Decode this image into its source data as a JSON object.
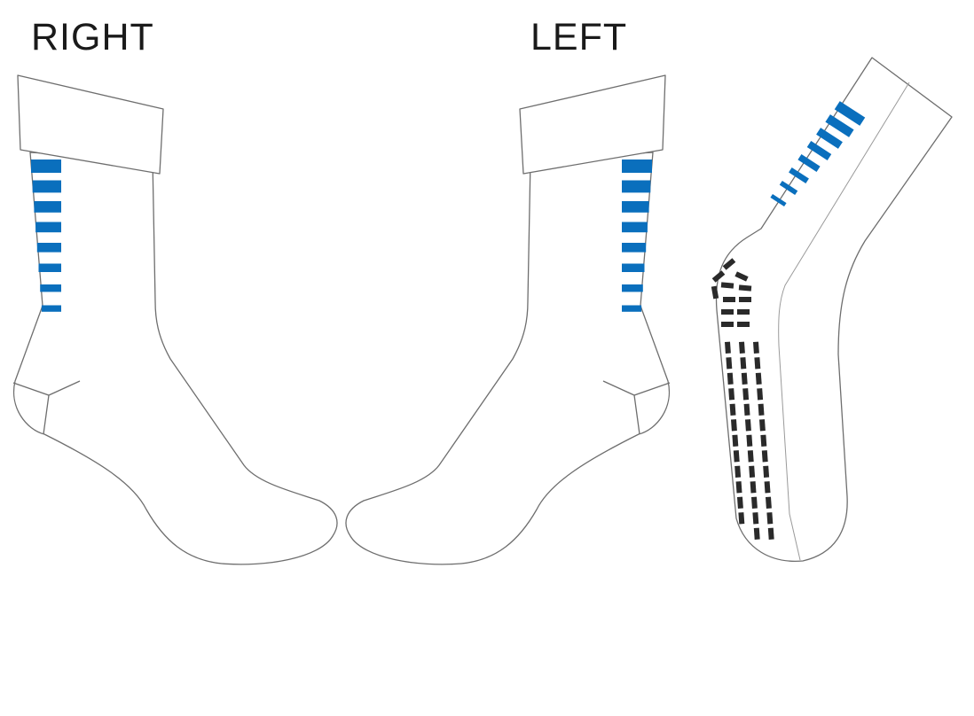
{
  "labels": {
    "right": "RIGHT",
    "left": "LEFT"
  },
  "colors": {
    "stripe": "#0a6fbd",
    "grip": "#2a2a2a",
    "outline": "#6e6e6e"
  },
  "side_stripe_count": 8,
  "sole_stripe_count": 8
}
